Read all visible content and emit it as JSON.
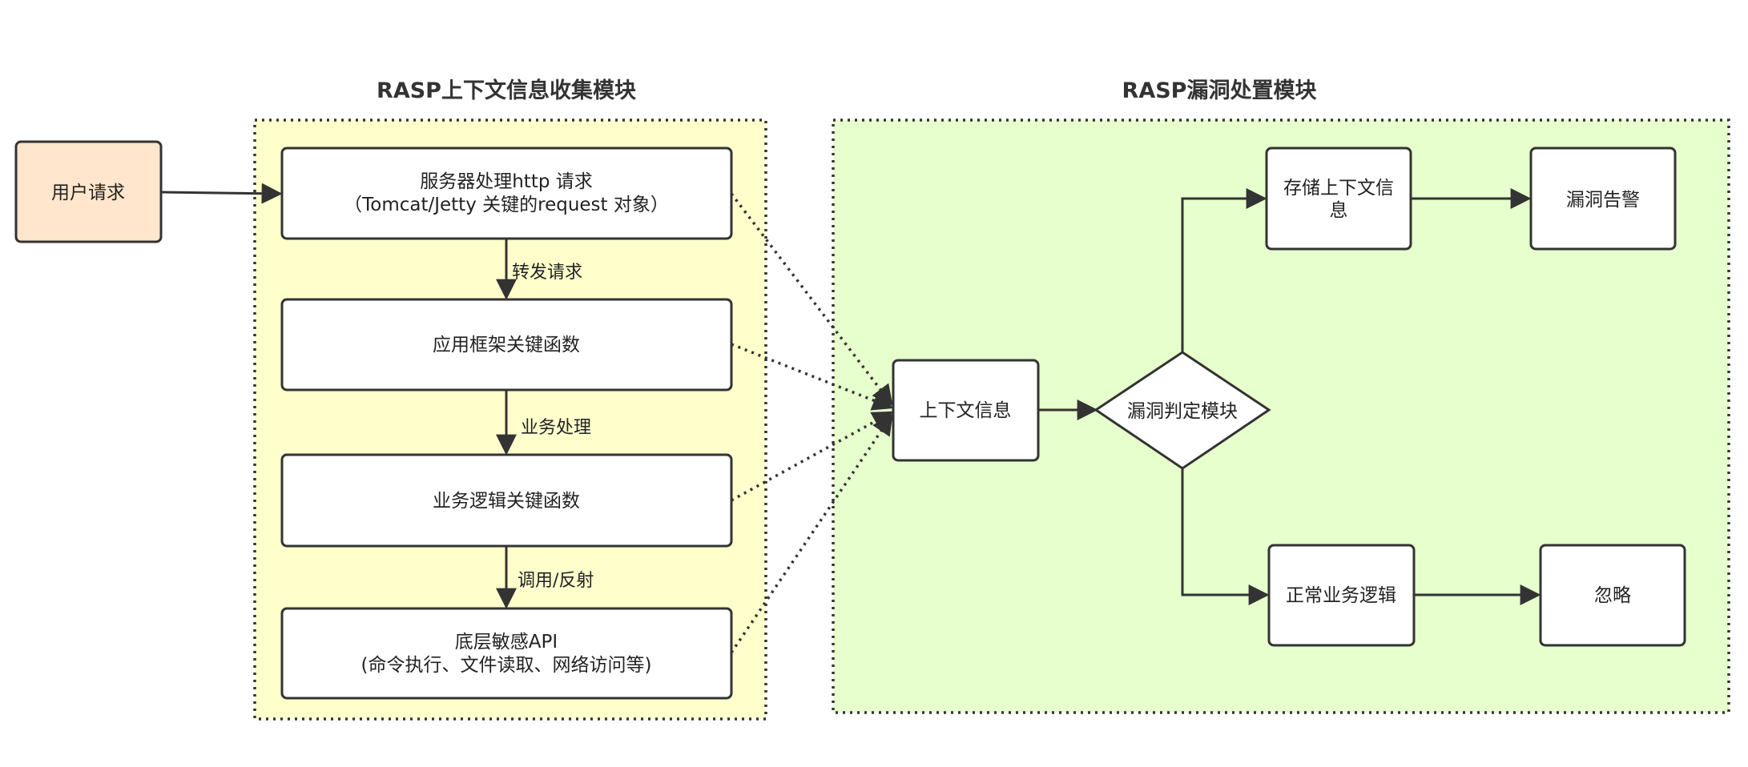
{
  "colors": {
    "context_module_fill": "#ffffcc",
    "disposal_module_fill": "#e6ffcc",
    "user_request_fill": "#ffe6cc",
    "node_fill": "#ffffff",
    "stroke": "#333333"
  },
  "modules": {
    "context_collection": {
      "title": "RASP上下文信息收集模块"
    },
    "vuln_disposal": {
      "title": "RASP漏洞处置模块"
    }
  },
  "nodes": {
    "user_request": {
      "label": "用户请求"
    },
    "server_http": {
      "line1": "服务器处理http 请求",
      "line2": "（Tomcat/Jetty 关键的request 对象）"
    },
    "app_framework": {
      "label": "应用框架关键函数"
    },
    "business_logic": {
      "label": "业务逻辑关键函数"
    },
    "low_level_api": {
      "line1": "底层敏感API",
      "line2": "(命令执行、文件读取、网络访问等)"
    },
    "context_info": {
      "label": "上下文信息"
    },
    "vuln_decision": {
      "label": "漏洞判定模块"
    },
    "store_context": {
      "line1": "存储上下文信",
      "line2": "息"
    },
    "vuln_alert": {
      "label": "漏洞告警"
    },
    "normal_logic": {
      "label": "正常业务逻辑"
    },
    "ignore": {
      "label": "忽略"
    }
  },
  "edges": {
    "forward_request": "转发请求",
    "business_processing": "业务处理",
    "call_reflect": "调用/反射"
  }
}
